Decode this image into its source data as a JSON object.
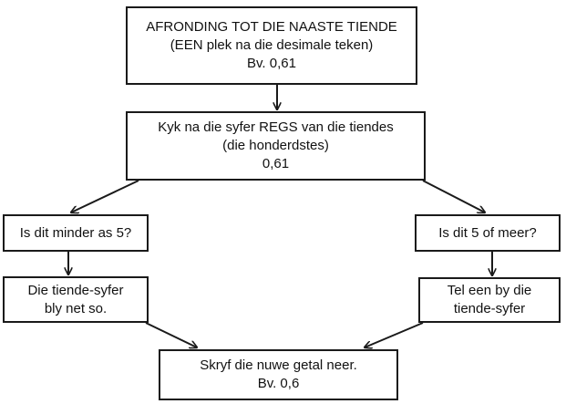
{
  "boxes": {
    "start": {
      "lines": [
        "AFRONDING TOT DIE NAASTE TIENDE",
        "(EEN plek na die desimale teken)",
        "Bv.  0,61"
      ]
    },
    "look_right": {
      "lines": [
        "Kyk na die syfer REGS van die tiendes",
        "(die honderdstes)",
        "0,61"
      ]
    },
    "less_than_five": {
      "lines": [
        "Is dit minder as 5?"
      ]
    },
    "five_or_more": {
      "lines": [
        "Is dit 5 of meer?"
      ]
    },
    "stays_same": {
      "lines": [
        "Die tiende-syfer",
        "bly net so."
      ]
    },
    "add_one": {
      "lines": [
        "Tel een by die",
        "tiende-syfer"
      ]
    },
    "write_new": {
      "lines": [
        "Skryf die nuwe getal neer.",
        "Bv.  0,6"
      ]
    }
  },
  "colors": {
    "line": "#1a1a1a",
    "background": "#ffffff"
  }
}
